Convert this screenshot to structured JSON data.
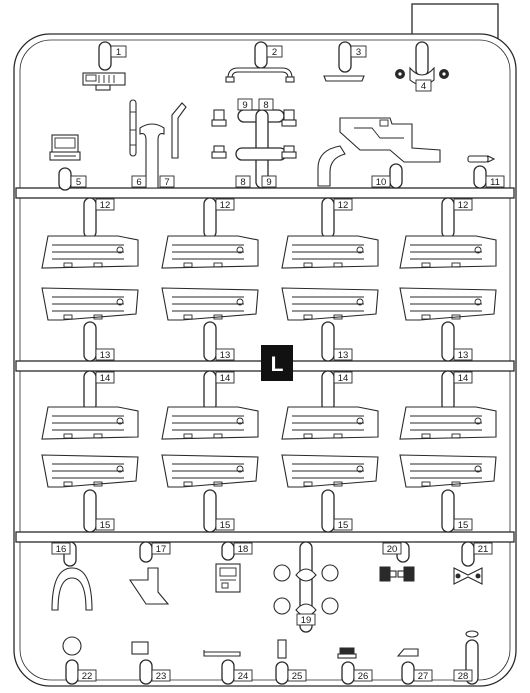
{
  "sprue_letter": "L",
  "top_tab": "",
  "labels": {
    "p1": "1",
    "p2": "2",
    "p3": "3",
    "p4": "4",
    "p5": "5",
    "p6": "6",
    "p7": "7",
    "p8a": "8",
    "p9a": "9",
    "p8b": "8",
    "p9b": "9",
    "p10": "10",
    "p11": "11",
    "p12": "12",
    "p13": "13",
    "p14": "14",
    "p15": "15",
    "p16": "16",
    "p17": "17",
    "p18": "18",
    "p19": "19",
    "p20": "20",
    "p21": "21",
    "p22": "22",
    "p23": "23",
    "p24": "24",
    "p25": "25",
    "p26": "26",
    "p27": "27",
    "p28": "28"
  }
}
